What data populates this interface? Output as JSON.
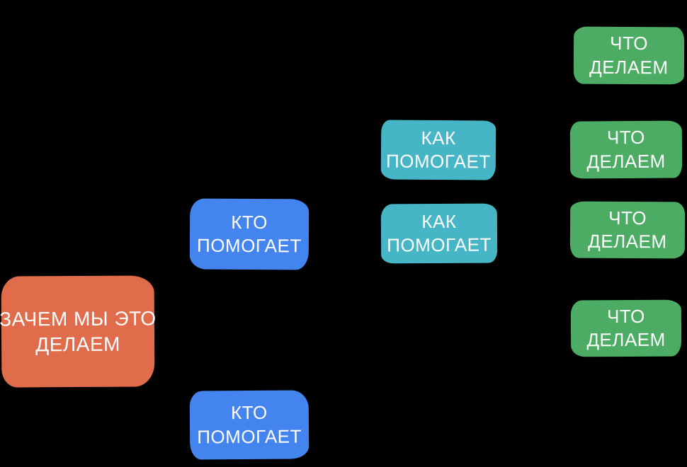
{
  "canvas": {
    "background": "#000000"
  },
  "palette": {
    "why": "#E06C4C",
    "who": "#4484EF",
    "how": "#46B6C6",
    "what": "#4CAC63",
    "text": "#FFFFFF"
  },
  "diagram": {
    "type": "tree",
    "nodes": [
      {
        "id": "why-1",
        "role": "why",
        "label": "ЗАЧЕМ МЫ ЭТО ДЕЛАЕМ",
        "lines": [
          "ЗАЧЕМ МЫ ЭТО",
          "ДЕЛАЕМ"
        ]
      },
      {
        "id": "who-1",
        "role": "who",
        "label": "КТО ПОМОГАЕТ",
        "lines": [
          "КТО",
          "ПОМОГАЕТ"
        ]
      },
      {
        "id": "who-2",
        "role": "who",
        "label": "КТО ПОМОГАЕТ",
        "lines": [
          "КТО",
          "ПОМОГАЕТ"
        ]
      },
      {
        "id": "how-1",
        "role": "how",
        "label": "КАК ПОМОГАЕТ",
        "lines": [
          "КАК",
          "ПОМОГАЕТ"
        ]
      },
      {
        "id": "how-2",
        "role": "how",
        "label": "КАК ПОМОГАЕТ",
        "lines": [
          "КАК",
          "ПОМОГАЕТ"
        ]
      },
      {
        "id": "what-1",
        "role": "what",
        "label": "ЧТО ДЕЛАЕМ",
        "lines": [
          "ЧТО",
          "ДЕЛАЕМ"
        ]
      },
      {
        "id": "what-2",
        "role": "what",
        "label": "ЧТО ДЕЛАЕМ",
        "lines": [
          "ЧТО",
          "ДЕЛАЕМ"
        ]
      },
      {
        "id": "what-3",
        "role": "what",
        "label": "ЧТО ДЕЛАЕМ",
        "lines": [
          "ЧТО",
          "ДЕЛАЕМ"
        ]
      },
      {
        "id": "what-4",
        "role": "what",
        "label": "ЧТО ДЕЛАЕМ",
        "lines": [
          "ЧТО",
          "ДЕЛАЕМ"
        ]
      }
    ]
  }
}
